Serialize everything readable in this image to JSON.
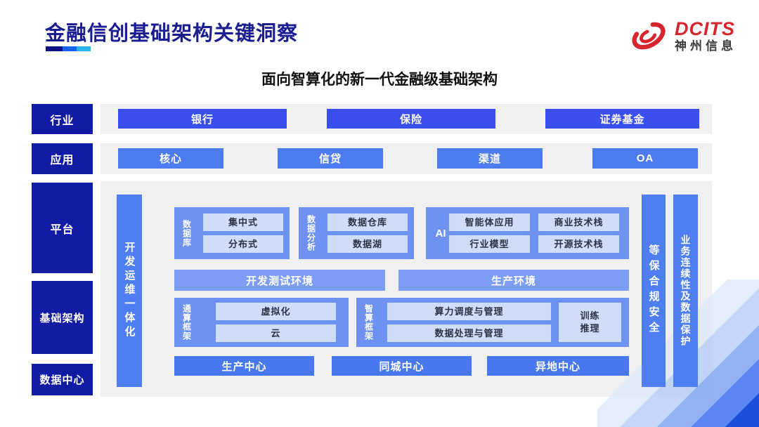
{
  "header": {
    "title": "金融信创基础架构关键洞察",
    "logo": {
      "brand": "DCITS",
      "company": "神州信息"
    }
  },
  "subtitle": "面向智算化的新一代金融级基础架构",
  "layers": {
    "industry": {
      "label": "行业",
      "items": [
        "银行",
        "保险",
        "证券基金"
      ]
    },
    "application": {
      "label": "应用",
      "items": [
        "核心",
        "信贷",
        "渠道",
        "OA"
      ]
    },
    "platform": {
      "label": "平台"
    },
    "infrastructure": {
      "label": "基础架构"
    },
    "datacenter": {
      "label": "数据中心"
    }
  },
  "platform": {
    "devops_bar": "开发运维一体化",
    "database_panel": {
      "label": "数据库",
      "items": [
        "集中式",
        "分布式"
      ]
    },
    "analytics_panel": {
      "label": "数据分析",
      "items": [
        "数据仓库",
        "数据湖"
      ]
    },
    "ai_panel": {
      "label": "AI",
      "items": [
        "智能体应用",
        "商业技术栈",
        "行业模型",
        "开源技术栈"
      ]
    },
    "environments": [
      "开发测试环境",
      "生产环境"
    ],
    "general_compute_panel": {
      "label": "通算框架",
      "items": [
        "虚拟化",
        "云"
      ]
    },
    "ai_compute_panel": {
      "label": "智算框架",
      "items": [
        "算力调度与管理",
        "数据处理与管理"
      ],
      "side_item_lines": [
        "训练",
        "推理"
      ]
    },
    "centers": [
      "生产中心",
      "同城中心",
      "异地中心"
    ],
    "security_bar": "等保合规安全",
    "continuity_bar": "业务连续性及数据保护"
  },
  "colors": {
    "title_navy": "#1a1d90",
    "underline": [
      "#0d0f86",
      "#1563ee",
      "#2ab4ee"
    ],
    "layer_label_bg": "#111ba3",
    "industry_btn": "#3b4ef0",
    "mid_blue": "#4d7cf0",
    "panel_blue": "#6d92f2",
    "env_bar_blue": "#7d9cf4",
    "chip_bg": "#cfddf8",
    "strip_gray": "#f0f0f2",
    "logo_red": "#d7252d",
    "corner_deep_blue": "#1c4fdc"
  }
}
